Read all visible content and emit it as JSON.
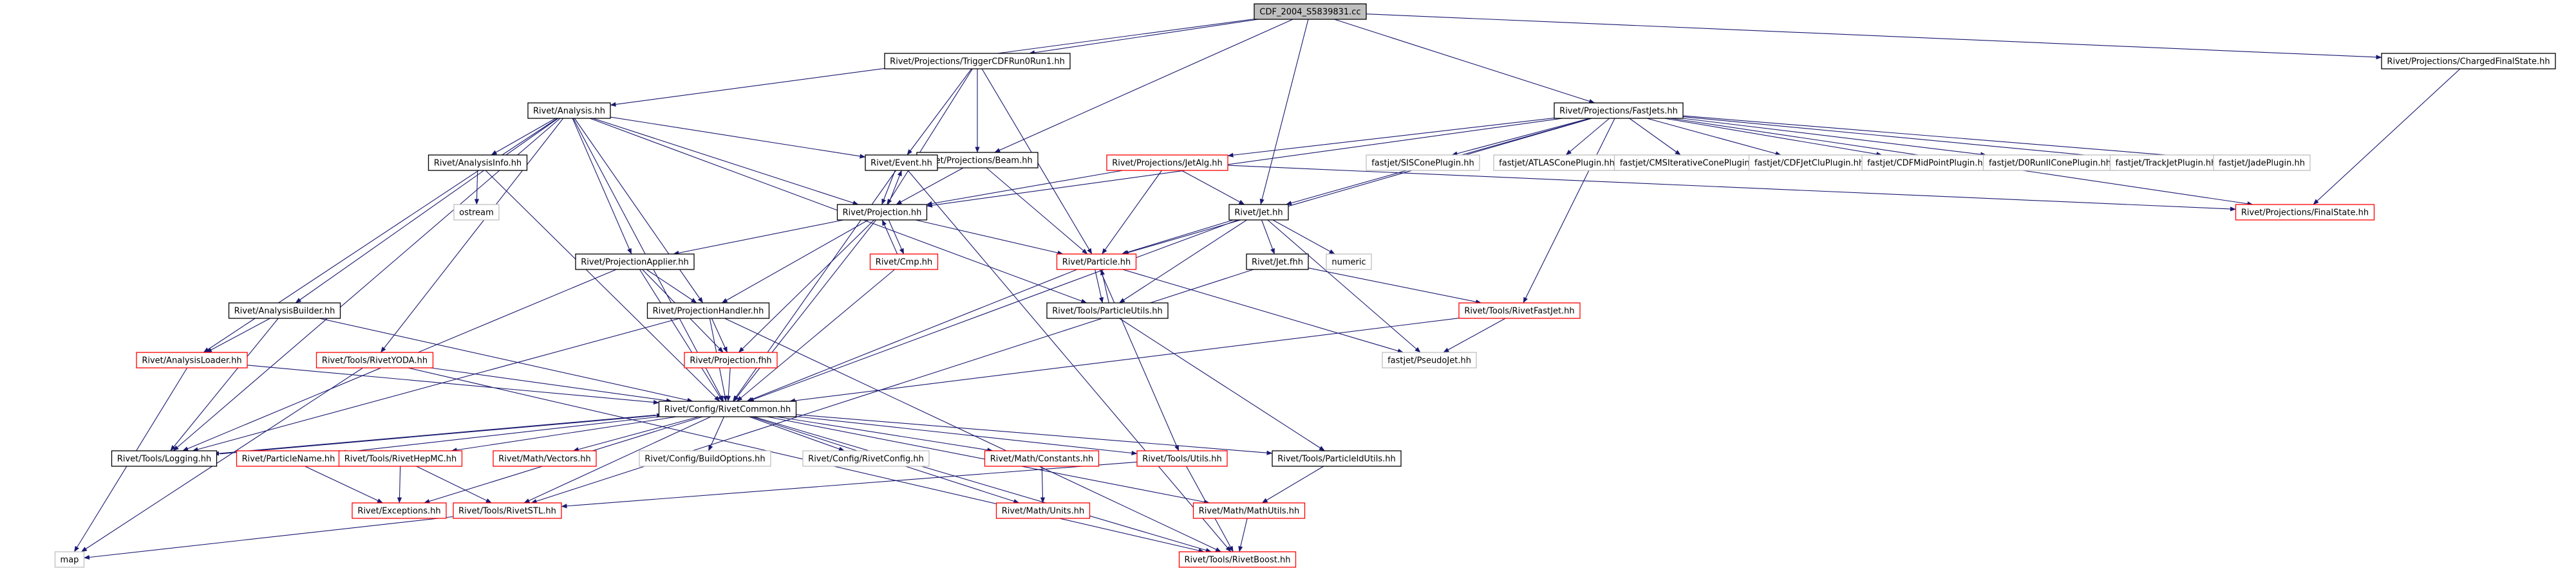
{
  "colors": {
    "edge": "#191970",
    "border_black": "#000000",
    "border_red": "#ff0000",
    "border_gray": "#bfbfbf",
    "root_fill": "#bfbfbf",
    "fill": "#ffffff"
  },
  "nodes": [
    {
      "id": "root",
      "label": "CDF_2004_S5839831.cc",
      "border": "black",
      "root": true
    },
    {
      "id": "trig",
      "label": "Rivet/Projections/TriggerCDFRun0Run1.hh",
      "border": "black"
    },
    {
      "id": "fastjets",
      "label": "Rivet/Projections/FastJets.hh",
      "border": "black"
    },
    {
      "id": "chfs",
      "label": "Rivet/Projections/ChargedFinalState.hh",
      "border": "black"
    },
    {
      "id": "analysis",
      "label": "Rivet/Analysis.hh",
      "border": "black"
    },
    {
      "id": "beam",
      "label": "Rivet/Projections/Beam.hh",
      "border": "black"
    },
    {
      "id": "ainfo",
      "label": "Rivet/AnalysisInfo.hh",
      "border": "black"
    },
    {
      "id": "event",
      "label": "Rivet/Event.hh",
      "border": "black"
    },
    {
      "id": "jetalg",
      "label": "Rivet/Projections/JetAlg.hh",
      "border": "red"
    },
    {
      "id": "sis",
      "label": "fastjet/SISConePlugin.hh",
      "border": "gray"
    },
    {
      "id": "atlas",
      "label": "fastjet/ATLASConePlugin.hh",
      "border": "gray"
    },
    {
      "id": "cms",
      "label": "fastjet/CMSIterativeConePlugin.hh",
      "border": "gray"
    },
    {
      "id": "cdfjc",
      "label": "fastjet/CDFJetCluPlugin.hh",
      "border": "gray"
    },
    {
      "id": "cdfmp",
      "label": "fastjet/CDFMidPointPlugin.hh",
      "border": "gray"
    },
    {
      "id": "d0",
      "label": "fastjet/D0RunIIConePlugin.hh",
      "border": "gray"
    },
    {
      "id": "track",
      "label": "fastjet/TrackJetPlugin.hh",
      "border": "gray"
    },
    {
      "id": "jade",
      "label": "fastjet/JadePlugin.hh",
      "border": "gray"
    },
    {
      "id": "ostream",
      "label": "ostream",
      "border": "gray"
    },
    {
      "id": "projection",
      "label": "Rivet/Projection.hh",
      "border": "black"
    },
    {
      "id": "jet",
      "label": "Rivet/Jet.hh",
      "border": "black"
    },
    {
      "id": "fs",
      "label": "Rivet/Projections/FinalState.hh",
      "border": "red"
    },
    {
      "id": "numeric",
      "label": "numeric",
      "border": "gray"
    },
    {
      "id": "cmp",
      "label": "Rivet/Cmp.hh",
      "border": "red"
    },
    {
      "id": "papplier",
      "label": "Rivet/ProjectionApplier.hh",
      "border": "black"
    },
    {
      "id": "particle",
      "label": "Rivet/Particle.hh",
      "border": "red"
    },
    {
      "id": "jetfhh",
      "label": "Rivet/Jet.fhh",
      "border": "black"
    },
    {
      "id": "abuilder",
      "label": "Rivet/AnalysisBuilder.hh",
      "border": "black"
    },
    {
      "id": "phandler",
      "label": "Rivet/ProjectionHandler.hh",
      "border": "black"
    },
    {
      "id": "putils",
      "label": "Rivet/Tools/ParticleUtils.hh",
      "border": "black"
    },
    {
      "id": "rfastjet",
      "label": "Rivet/Tools/RivetFastJet.hh",
      "border": "red"
    },
    {
      "id": "aloader",
      "label": "Rivet/AnalysisLoader.hh",
      "border": "red"
    },
    {
      "id": "ryoda",
      "label": "Rivet/Tools/RivetYODA.hh",
      "border": "red"
    },
    {
      "id": "projfhh",
      "label": "Rivet/Projection.fhh",
      "border": "red"
    },
    {
      "id": "pseudojet",
      "label": "fastjet/PseudoJet.hh",
      "border": "gray"
    },
    {
      "id": "common",
      "label": "Rivet/Config/RivetCommon.hh",
      "border": "black"
    },
    {
      "id": "logging",
      "label": "Rivet/Tools/Logging.hh",
      "border": "black"
    },
    {
      "id": "pname",
      "label": "Rivet/ParticleName.hh",
      "border": "red"
    },
    {
      "id": "rhepmc",
      "label": "Rivet/Tools/RivetHepMC.hh",
      "border": "red"
    },
    {
      "id": "vectors",
      "label": "Rivet/Math/Vectors.hh",
      "border": "red"
    },
    {
      "id": "buildopts",
      "label": "Rivet/Config/BuildOptions.hh",
      "border": "gray"
    },
    {
      "id": "rconfig",
      "label": "Rivet/Config/RivetConfig.hh",
      "border": "gray"
    },
    {
      "id": "constants",
      "label": "Rivet/Math/Constants.hh",
      "border": "red"
    },
    {
      "id": "utils",
      "label": "Rivet/Tools/Utils.hh",
      "border": "red"
    },
    {
      "id": "pidutils",
      "label": "Rivet/Tools/ParticleIdUtils.hh",
      "border": "black"
    },
    {
      "id": "exceptions",
      "label": "Rivet/Exceptions.hh",
      "border": "red"
    },
    {
      "id": "rstl",
      "label": "Rivet/Tools/RivetSTL.hh",
      "border": "red"
    },
    {
      "id": "units",
      "label": "Rivet/Math/Units.hh",
      "border": "red"
    },
    {
      "id": "mathutils",
      "label": "Rivet/Math/MathUtils.hh",
      "border": "red"
    },
    {
      "id": "map",
      "label": "map",
      "border": "gray"
    },
    {
      "id": "boost",
      "label": "Rivet/Tools/RivetBoost.hh",
      "border": "red"
    }
  ],
  "edges": [
    [
      "root",
      "trig"
    ],
    [
      "root",
      "fastjets"
    ],
    [
      "root",
      "chfs"
    ],
    [
      "root",
      "beam"
    ],
    [
      "root",
      "analysis"
    ],
    [
      "root",
      "jet"
    ],
    [
      "trig",
      "event"
    ],
    [
      "trig",
      "beam"
    ],
    [
      "trig",
      "particle"
    ],
    [
      "trig",
      "projection"
    ],
    [
      "analysis",
      "ainfo"
    ],
    [
      "analysis",
      "event"
    ],
    [
      "analysis",
      "projection"
    ],
    [
      "analysis",
      "papplier"
    ],
    [
      "analysis",
      "phandler"
    ],
    [
      "analysis",
      "abuilder"
    ],
    [
      "analysis",
      "aloader"
    ],
    [
      "analysis",
      "ryoda"
    ],
    [
      "analysis",
      "logging"
    ],
    [
      "analysis",
      "common"
    ],
    [
      "analysis",
      "putils"
    ],
    [
      "beam",
      "event"
    ],
    [
      "beam",
      "particle"
    ],
    [
      "beam",
      "projection"
    ],
    [
      "ainfo",
      "ostream"
    ],
    [
      "ainfo",
      "common"
    ],
    [
      "event",
      "projection"
    ],
    [
      "event",
      "common"
    ],
    [
      "event",
      "boost"
    ],
    [
      "fastjets",
      "jetalg"
    ],
    [
      "fastjets",
      "sis"
    ],
    [
      "fastjets",
      "atlas"
    ],
    [
      "fastjets",
      "cms"
    ],
    [
      "fastjets",
      "cdfjc"
    ],
    [
      "fastjets",
      "cdfmp"
    ],
    [
      "fastjets",
      "d0"
    ],
    [
      "fastjets",
      "track"
    ],
    [
      "fastjets",
      "jade"
    ],
    [
      "fastjets",
      "projection"
    ],
    [
      "fastjets",
      "fs"
    ],
    [
      "fastjets",
      "jet"
    ],
    [
      "fastjets",
      "particle"
    ],
    [
      "fastjets",
      "rfastjet"
    ],
    [
      "chfs",
      "fs"
    ],
    [
      "jetalg",
      "projection"
    ],
    [
      "jetalg",
      "jet"
    ],
    [
      "jetalg",
      "particle"
    ],
    [
      "jetalg",
      "fs"
    ],
    [
      "projection",
      "event"
    ],
    [
      "projection",
      "cmp"
    ],
    [
      "projection",
      "papplier"
    ],
    [
      "projection",
      "phandler"
    ],
    [
      "projection",
      "projfhh"
    ],
    [
      "projection",
      "common"
    ],
    [
      "projection",
      "particle"
    ],
    [
      "cmp",
      "projection"
    ],
    [
      "cmp",
      "common"
    ],
    [
      "jet",
      "particle"
    ],
    [
      "jet",
      "numeric"
    ],
    [
      "jet",
      "jetfhh"
    ],
    [
      "jet",
      "putils"
    ],
    [
      "jet",
      "pseudojet"
    ],
    [
      "jet",
      "common"
    ],
    [
      "jetfhh",
      "rfastjet"
    ],
    [
      "jetfhh",
      "rstl"
    ],
    [
      "particle",
      "putils"
    ],
    [
      "particle",
      "pseudojet"
    ],
    [
      "particle",
      "common"
    ],
    [
      "particle",
      "utils"
    ],
    [
      "putils",
      "particle"
    ],
    [
      "putils",
      "pidutils"
    ],
    [
      "papplier",
      "phandler"
    ],
    [
      "papplier",
      "projfhh"
    ],
    [
      "papplier",
      "common"
    ],
    [
      "papplier",
      "logging"
    ],
    [
      "phandler",
      "projfhh"
    ],
    [
      "phandler",
      "common"
    ],
    [
      "phandler",
      "logging"
    ],
    [
      "phandler",
      "boost"
    ],
    [
      "projfhh",
      "common"
    ],
    [
      "abuilder",
      "aloader"
    ],
    [
      "abuilder",
      "logging"
    ],
    [
      "abuilder",
      "common"
    ],
    [
      "aloader",
      "common"
    ],
    [
      "aloader",
      "map"
    ],
    [
      "ryoda",
      "common"
    ],
    [
      "ryoda",
      "boost"
    ],
    [
      "ryoda",
      "map"
    ],
    [
      "rfastjet",
      "pseudojet"
    ],
    [
      "rfastjet",
      "common"
    ],
    [
      "common",
      "logging"
    ],
    [
      "common",
      "pname"
    ],
    [
      "common",
      "rhepmc"
    ],
    [
      "common",
      "vectors"
    ],
    [
      "common",
      "buildopts"
    ],
    [
      "common",
      "rconfig"
    ],
    [
      "common",
      "constants"
    ],
    [
      "common",
      "utils"
    ],
    [
      "common",
      "pidutils"
    ],
    [
      "common",
      "exceptions"
    ],
    [
      "common",
      "rstl"
    ],
    [
      "common",
      "units"
    ],
    [
      "common",
      "mathutils"
    ],
    [
      "common",
      "boost"
    ],
    [
      "logging",
      "common"
    ],
    [
      "pname",
      "exceptions"
    ],
    [
      "rhepmc",
      "exceptions"
    ],
    [
      "rhepmc",
      "rstl"
    ],
    [
      "constants",
      "units"
    ],
    [
      "utils",
      "rstl"
    ],
    [
      "utils",
      "boost"
    ],
    [
      "pidutils",
      "mathutils"
    ],
    [
      "mathutils",
      "boost"
    ],
    [
      "rstl",
      "map"
    ]
  ]
}
